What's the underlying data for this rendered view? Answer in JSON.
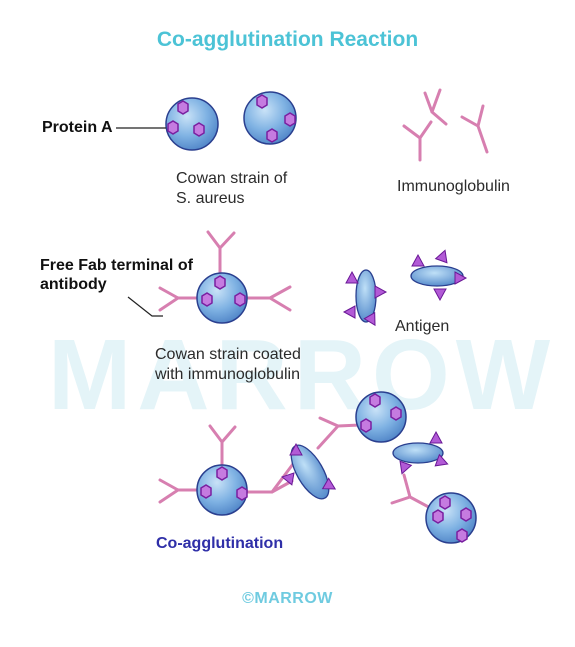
{
  "title": "Co-agglutination Reaction",
  "watermark": "MARROW",
  "credit": "©MARROW",
  "labels": {
    "protein_a": "Protein A",
    "cowan_line1": "Cowan strain of",
    "cowan_line2": "S. aureus",
    "immunoglobulin": "Immunoglobulin",
    "fab_line1": "Free Fab terminal of",
    "fab_line2": "antibody",
    "antigen": "Antigen",
    "coated_line1": "Cowan strain coated",
    "coated_line2": "with immunoglobulin",
    "coagglutination": "Co-agglutination"
  },
  "colors": {
    "title": "#4cc3d6",
    "antibody": "#d77fb0",
    "cell_fill": "#6fa3dc",
    "cell_stroke": "#2a3f8f",
    "protein_a": "#b04fd0",
    "coagglutination": "#2f2fa8"
  }
}
